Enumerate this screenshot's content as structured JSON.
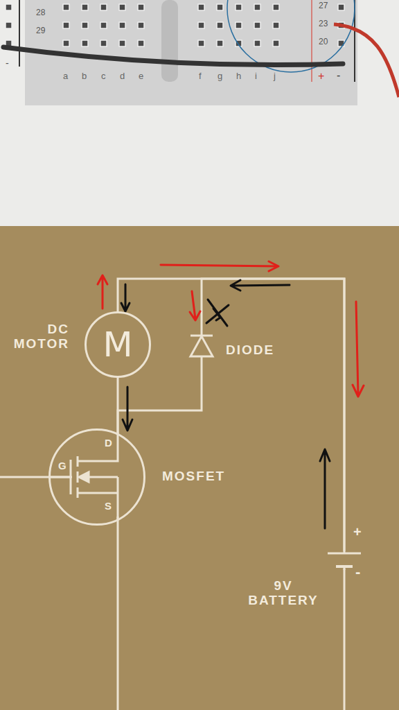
{
  "diagram": {
    "nodes": [
      {
        "text": [
          "DC MOTOR",
          "M"
        ]
      },
      {
        "text": [
          "DIODE"
        ]
      },
      {
        "text": [
          "MOSFET"
        ]
      },
      {
        "text": [
          "9V BATTERY"
        ]
      }
    ],
    "edges": [
      {
        "from": 0,
        "to": 2,
        "arrow": "none"
      },
      {
        "from": 1,
        "to": 2,
        "arrow": "none"
      },
      {
        "from": 3,
        "to": 0,
        "arrow": "none"
      },
      {
        "from": 3,
        "to": 1,
        "arrow": "none"
      }
    ],
    "labels": [
      "28",
      "29",
      "-",
      "27",
      "23",
      "20",
      "a",
      "b",
      "c",
      "d",
      "e",
      "f",
      "g",
      "h",
      "i",
      "j",
      "+",
      "-",
      "D",
      "G",
      "S",
      "+",
      "-"
    ]
  }
}
